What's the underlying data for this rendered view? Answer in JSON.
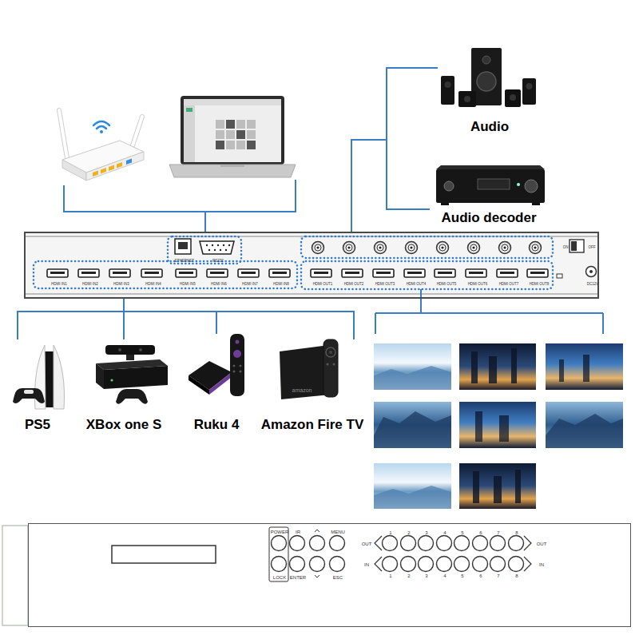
{
  "diagram": {
    "nodes": [
      {
        "text": [
          "Audio"
        ]
      },
      {
        "text": [
          "Audio decoder"
        ]
      },
      {
        "text": [
          "HDMI IN1",
          "HDMI IN2",
          "HDMI IN3",
          "HDMI IN4",
          "HDMI IN5",
          "HDMI IN6",
          "HDMI IN7",
          "HDMI IN8",
          "ETHERNET",
          "RS232",
          "HDMI OUT1",
          "HDMI OUT2",
          "HDMI OUT3",
          "HDMI OUT4",
          "HDMI OUT5",
          "HDMI OUT6",
          "HDMI OUT7",
          "HDMI OUT8",
          "ON",
          "OFF",
          "DC12V"
        ]
      },
      {
        "text": [
          "PS5"
        ]
      },
      {
        "text": [
          "XBox one S"
        ]
      },
      {
        "text": [
          "Ruku 4"
        ]
      },
      {
        "text": [
          "Amazon Fire TV"
        ]
      },
      {
        "text": [
          "POWER",
          "LOCK",
          "IR",
          "ENTER",
          "MENU",
          "ESC",
          "OUT",
          "IN",
          "1",
          "2",
          "3",
          "4",
          "5",
          "6",
          "7",
          "8",
          "1",
          "2",
          "3",
          "4",
          "5",
          "6",
          "7",
          "8",
          "OUT",
          "IN"
        ]
      }
    ],
    "edges": [
      {
        "from": 2,
        "to": 0,
        "arrow": "none"
      },
      {
        "from": 2,
        "to": 1,
        "arrow": "none"
      },
      {
        "from": 2,
        "to": 3,
        "arrow": "none"
      },
      {
        "from": 2,
        "to": 4,
        "arrow": "none"
      },
      {
        "from": 2,
        "to": 5,
        "arrow": "none"
      },
      {
        "from": 2,
        "to": 6,
        "arrow": "none"
      }
    ],
    "labels": [
      "amazon"
    ]
  }
}
